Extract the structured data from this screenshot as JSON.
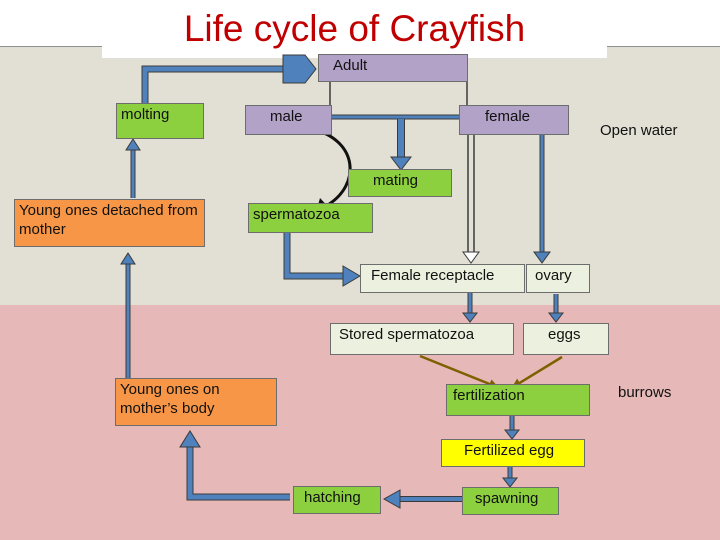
{
  "title": "Life cycle of Crayfish",
  "zones": {
    "open_water": "Open water",
    "burrows": "burrows"
  },
  "nodes": {
    "adult": "Adult",
    "molting": "molting",
    "male": "male",
    "female": "female",
    "mating": "mating",
    "young_detached": "Young ones detached from mother",
    "spermatozoa": "spermatozoa",
    "female_receptacle": "Female receptacle",
    "ovary": "ovary",
    "stored_spermatozoa": "Stored spermatozoa",
    "eggs": "eggs",
    "young_on_mother": "Young ones on mother’s body",
    "fertilization": "fertilization",
    "fertilized_egg": "Fertilized egg",
    "hatching": "hatching",
    "spawning": "spawning"
  },
  "colors": {
    "title": "#c00000",
    "open_water_bg": "#e2e0d4",
    "burrows_bg": "#e6b9b8",
    "arrow_fill": "#4f81bd",
    "arrow_stroke": "#3a3a3a",
    "fertilization_arrow": "#7f6000"
  }
}
